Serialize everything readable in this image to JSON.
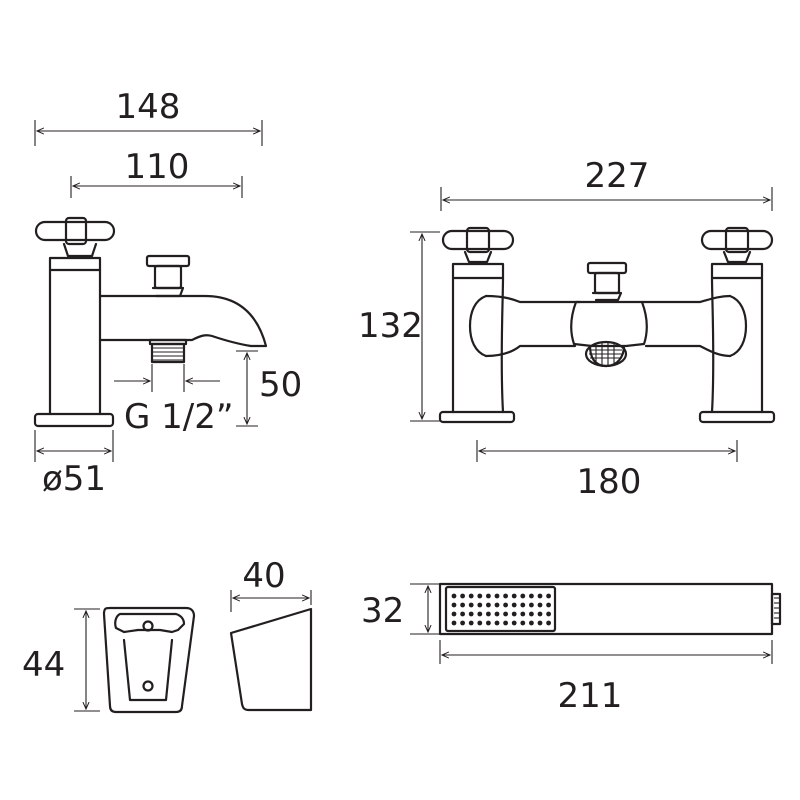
{
  "colors": {
    "line": "#231f20",
    "background": "#ffffff"
  },
  "side_view": {
    "width_overall": "148",
    "spout_reach": "110",
    "spout_height": "50",
    "outlet_thread": "G 1/2”",
    "base_diameter": "ø51"
  },
  "front_view": {
    "width_overall": "227",
    "height": "132",
    "centres": "180"
  },
  "holder": {
    "height": "44",
    "depth": "40"
  },
  "handset": {
    "diameter": "32",
    "length": "211"
  }
}
